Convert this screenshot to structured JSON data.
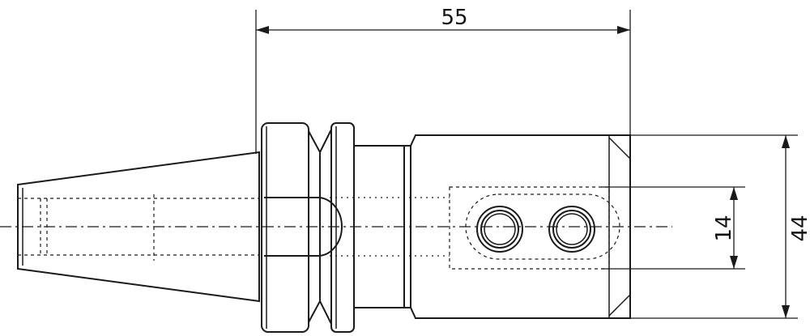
{
  "dimensions": {
    "overall_length": "55",
    "bore_diameter": "14",
    "body_diameter": "44"
  }
}
